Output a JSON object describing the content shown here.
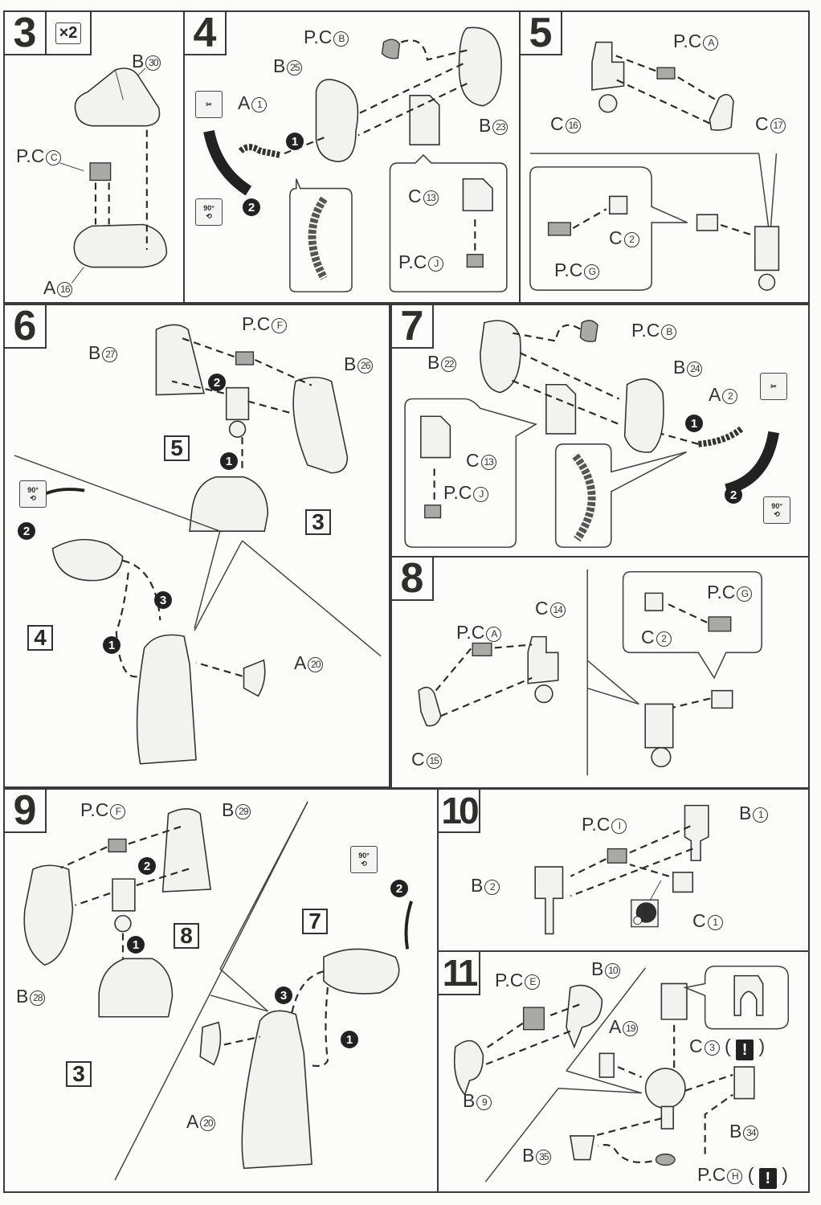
{
  "document": {
    "type": "assembly-instructions"
  },
  "steps": {
    "s3": {
      "number": "3",
      "multiplier": "×2",
      "labels": {
        "b30": [
          "B",
          "30"
        ],
        "pcc": [
          "P.C",
          "C"
        ],
        "a16": [
          "A",
          "16"
        ]
      }
    },
    "s4": {
      "number": "4",
      "labels": {
        "pcb": [
          "P.C",
          "B"
        ],
        "b25": [
          "B",
          "25"
        ],
        "a1": [
          "A",
          "1"
        ],
        "b23": [
          "B",
          "23"
        ],
        "c13": [
          "C",
          "13"
        ],
        "pcj": [
          "P.C",
          "J"
        ]
      },
      "badges": [
        "1",
        "2"
      ],
      "icons": {
        "cut": "nipper-icon",
        "rotate": "90°"
      }
    },
    "s5": {
      "number": "5",
      "labels": {
        "pca": [
          "P.C",
          "A"
        ],
        "c16": [
          "C",
          "16"
        ],
        "c17": [
          "C",
          "17"
        ],
        "c2": [
          "C",
          "2"
        ],
        "pcg": [
          "P.C",
          "G"
        ]
      }
    },
    "s6": {
      "number": "6",
      "labels": {
        "pcf": [
          "P.C",
          "F"
        ],
        "b27": [
          "B",
          "27"
        ],
        "b26": [
          "B",
          "26"
        ],
        "a20": [
          "A",
          "20"
        ]
      },
      "refs": [
        "5",
        "3",
        "4"
      ],
      "badges": [
        "2",
        "1",
        "2",
        "3",
        "1"
      ],
      "icons": {
        "rotate": "90°"
      }
    },
    "s7": {
      "number": "7",
      "labels": {
        "pcb": [
          "P.C",
          "B"
        ],
        "b22": [
          "B",
          "22"
        ],
        "b24": [
          "B",
          "24"
        ],
        "a2": [
          "A",
          "2"
        ],
        "c13": [
          "C",
          "13"
        ],
        "pcj": [
          "P.C",
          "J"
        ]
      },
      "badges": [
        "1",
        "2"
      ],
      "icons": {
        "rotate": "90°"
      }
    },
    "s8": {
      "number": "8",
      "labels": {
        "c14": [
          "C",
          "14"
        ],
        "pca": [
          "P.C",
          "A"
        ],
        "c15": [
          "C",
          "15"
        ],
        "pcg": [
          "P.C",
          "G"
        ],
        "c2": [
          "C",
          "2"
        ]
      }
    },
    "s9": {
      "number": "9",
      "labels": {
        "pcf": [
          "P.C",
          "F"
        ],
        "b29": [
          "B",
          "29"
        ],
        "b28": [
          "B",
          "28"
        ],
        "a20": [
          "A",
          "20"
        ]
      },
      "refs": [
        "8",
        "3",
        "7"
      ],
      "badges": [
        "2",
        "1",
        "2",
        "3",
        "1"
      ],
      "icons": {
        "rotate": "90°"
      }
    },
    "s10": {
      "number": "10",
      "labels": {
        "pci": [
          "P.C",
          "I"
        ],
        "b1": [
          "B",
          "1"
        ],
        "b2": [
          "B",
          "2"
        ],
        "c1": [
          "C",
          "1"
        ]
      }
    },
    "s11": {
      "number": "11",
      "labels": {
        "pce": [
          "P.C",
          "E"
        ],
        "b10": [
          "B",
          "10"
        ],
        "a19": [
          "A",
          "19"
        ],
        "c3": [
          "C",
          "3"
        ],
        "b9": [
          "B",
          "9"
        ],
        "b34": [
          "B",
          "34"
        ],
        "b35": [
          "B",
          "35"
        ],
        "pch": [
          "P.C",
          "H"
        ]
      },
      "warning": "!"
    }
  }
}
